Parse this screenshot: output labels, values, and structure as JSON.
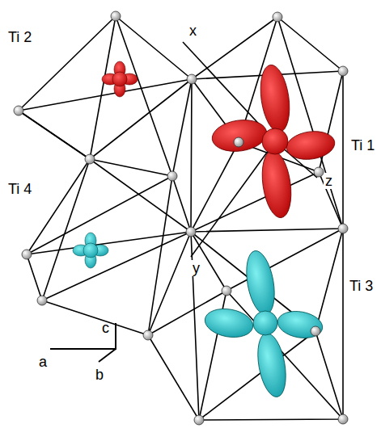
{
  "diagram": {
    "labels": [
      "Ti 2",
      "x",
      "Ti 1",
      "Ti 4",
      "z",
      "y",
      "Ti 3",
      "c",
      "a",
      "b"
    ]
  }
}
